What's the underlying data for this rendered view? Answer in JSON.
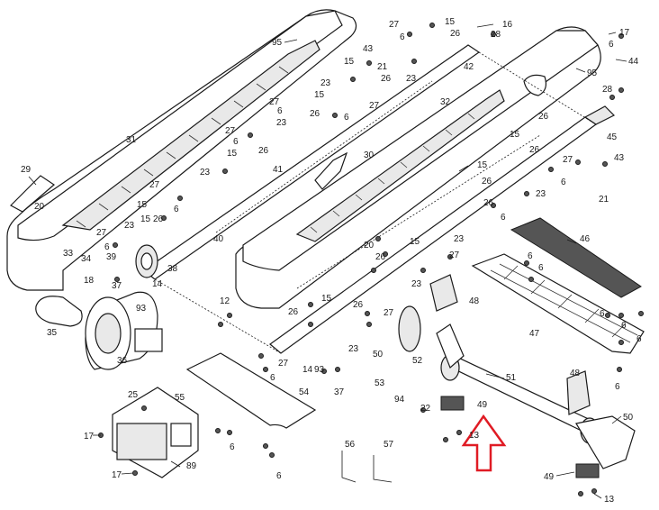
{
  "callouts": [
    {
      "id": "c95a",
      "text": "95"
    },
    {
      "id": "c95b",
      "text": "95"
    },
    {
      "id": "c27a",
      "text": "27"
    },
    {
      "id": "c15a",
      "text": "15"
    },
    {
      "id": "c16",
      "text": "16"
    },
    {
      "id": "c6a",
      "text": "6"
    },
    {
      "id": "c26a",
      "text": "26"
    },
    {
      "id": "c28a",
      "text": "28"
    },
    {
      "id": "c43a",
      "text": "43"
    },
    {
      "id": "c42",
      "text": "42"
    },
    {
      "id": "c17a",
      "text": "17"
    },
    {
      "id": "c6b",
      "text": "6"
    },
    {
      "id": "c44",
      "text": "44"
    },
    {
      "id": "c15b",
      "text": "15"
    },
    {
      "id": "c21a",
      "text": "21"
    },
    {
      "id": "c26b",
      "text": "26"
    },
    {
      "id": "c23a",
      "text": "23"
    },
    {
      "id": "c23b",
      "text": "23"
    },
    {
      "id": "c28b",
      "text": "28"
    },
    {
      "id": "c15c",
      "text": "15"
    },
    {
      "id": "c27b",
      "text": "27"
    },
    {
      "id": "c32",
      "text": "32"
    },
    {
      "id": "c6c",
      "text": "6"
    },
    {
      "id": "c26c",
      "text": "26"
    },
    {
      "id": "c6d",
      "text": "6"
    },
    {
      "id": "c27c",
      "text": "27"
    },
    {
      "id": "c23c",
      "text": "23"
    },
    {
      "id": "c26d",
      "text": "26"
    },
    {
      "id": "c31",
      "text": "31"
    },
    {
      "id": "c27d",
      "text": "27"
    },
    {
      "id": "c6e",
      "text": "6"
    },
    {
      "id": "c45",
      "text": "45"
    },
    {
      "id": "c15d",
      "text": "15"
    },
    {
      "id": "c26e",
      "text": "26"
    },
    {
      "id": "c26f",
      "text": "26"
    },
    {
      "id": "c15e",
      "text": "15"
    },
    {
      "id": "c27e",
      "text": "27"
    },
    {
      "id": "c23d",
      "text": "23"
    },
    {
      "id": "c41",
      "text": "41"
    },
    {
      "id": "c30",
      "text": "30"
    },
    {
      "id": "c15f",
      "text": "15"
    },
    {
      "id": "c29",
      "text": "29"
    },
    {
      "id": "c20a",
      "text": "20"
    },
    {
      "id": "c27f",
      "text": "27"
    },
    {
      "id": "c6f",
      "text": "6"
    },
    {
      "id": "c26g",
      "text": "26"
    },
    {
      "id": "c6g",
      "text": "6"
    },
    {
      "id": "c43b",
      "text": "43"
    },
    {
      "id": "c21b",
      "text": "21"
    },
    {
      "id": "c15g",
      "text": "15"
    },
    {
      "id": "c26h",
      "text": "26"
    },
    {
      "id": "c23e",
      "text": "23"
    },
    {
      "id": "c6h",
      "text": "6"
    },
    {
      "id": "c15h",
      "text": "15"
    },
    {
      "id": "c26i",
      "text": "26"
    },
    {
      "id": "c40",
      "text": "40"
    },
    {
      "id": "c27g",
      "text": "27"
    },
    {
      "id": "c23f",
      "text": "23"
    },
    {
      "id": "c6i",
      "text": "6"
    },
    {
      "id": "c33",
      "text": "33"
    },
    {
      "id": "c39",
      "text": "39"
    },
    {
      "id": "c34",
      "text": "34"
    },
    {
      "id": "c18",
      "text": "18"
    },
    {
      "id": "c38",
      "text": "38"
    },
    {
      "id": "c20b",
      "text": "20"
    },
    {
      "id": "c15i",
      "text": "15"
    },
    {
      "id": "c26j",
      "text": "26"
    },
    {
      "id": "c23g",
      "text": "23"
    },
    {
      "id": "c46",
      "text": "46"
    },
    {
      "id": "c27h",
      "text": "27"
    },
    {
      "id": "c6j",
      "text": "6"
    },
    {
      "id": "c23h",
      "text": "23"
    },
    {
      "id": "c6k",
      "text": "6"
    },
    {
      "id": "c48a",
      "text": "48"
    },
    {
      "id": "c26k",
      "text": "26"
    },
    {
      "id": "c15j",
      "text": "15"
    },
    {
      "id": "c37a",
      "text": "37"
    },
    {
      "id": "c14a",
      "text": "14"
    },
    {
      "id": "c93a",
      "text": "93"
    },
    {
      "id": "c12",
      "text": "12"
    },
    {
      "id": "c35",
      "text": "35"
    },
    {
      "id": "c26l",
      "text": "26"
    },
    {
      "id": "c27i",
      "text": "27"
    },
    {
      "id": "c47",
      "text": "47"
    },
    {
      "id": "c6l",
      "text": "6"
    },
    {
      "id": "c6m",
      "text": "6"
    },
    {
      "id": "c6n",
      "text": "6"
    },
    {
      "id": "c36",
      "text": "36"
    },
    {
      "id": "c23i",
      "text": "23"
    },
    {
      "id": "c50a",
      "text": "50"
    },
    {
      "id": "c27j",
      "text": "27"
    },
    {
      "id": "c6o",
      "text": "6"
    },
    {
      "id": "c14b",
      "text": "14"
    },
    {
      "id": "c93b",
      "text": "93"
    },
    {
      "id": "c52",
      "text": "52"
    },
    {
      "id": "c51",
      "text": "51"
    },
    {
      "id": "c48b",
      "text": "48"
    },
    {
      "id": "c6p",
      "text": "6"
    },
    {
      "id": "c54",
      "text": "54"
    },
    {
      "id": "c37b",
      "text": "37"
    },
    {
      "id": "c53",
      "text": "53"
    },
    {
      "id": "c94",
      "text": "94"
    },
    {
      "id": "c22",
      "text": "22"
    },
    {
      "id": "c49a",
      "text": "49"
    },
    {
      "id": "c25",
      "text": "25"
    },
    {
      "id": "c55",
      "text": "55"
    },
    {
      "id": "c13a",
      "text": "13"
    },
    {
      "id": "c50b",
      "text": "50"
    },
    {
      "id": "c17b",
      "text": "17"
    },
    {
      "id": "c6q",
      "text": "6"
    },
    {
      "id": "c56",
      "text": "56"
    },
    {
      "id": "c57",
      "text": "57"
    },
    {
      "id": "c89",
      "text": "89"
    },
    {
      "id": "c17c",
      "text": "17"
    },
    {
      "id": "c6r",
      "text": "6"
    },
    {
      "id": "c49b",
      "text": "49"
    },
    {
      "id": "c13b",
      "text": "13"
    }
  ],
  "highlight": {
    "color": "#e01b24",
    "points_to": "49"
  }
}
